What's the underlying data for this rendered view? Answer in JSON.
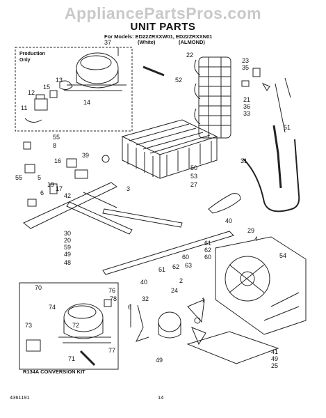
{
  "watermark": "AppliancePartsPros.com",
  "title": "UNIT PARTS",
  "models_line": "For Models: ED22ZRXXW01, ED22ZRXXN01",
  "color_white": "(White)",
  "color_almond": "(ALMOND)",
  "production_only_line1": "Production",
  "production_only_line2": "Only",
  "conversion_kit": "R134A CONVERSION KIT",
  "doc_number": "4361191",
  "page_number": "14",
  "callouts": [
    "37",
    "22",
    "23",
    "35",
    "13",
    "15",
    "12",
    "52",
    "11",
    "14",
    "21",
    "36",
    "33",
    "51",
    "55",
    "8",
    "39",
    "31",
    "50",
    "16",
    "53",
    "19",
    "5",
    "27",
    "17",
    "42",
    "3",
    "55",
    "6",
    "40",
    "29",
    "30",
    "4",
    "20",
    "59",
    "61",
    "62",
    "49",
    "60",
    "48",
    "62",
    "61",
    "63",
    "60",
    "54",
    "40",
    "70",
    "76",
    "32",
    "24",
    "74",
    "78",
    "72",
    "2",
    "73",
    "6",
    "1",
    "77",
    "71",
    "41",
    "49",
    "25",
    "49"
  ]
}
